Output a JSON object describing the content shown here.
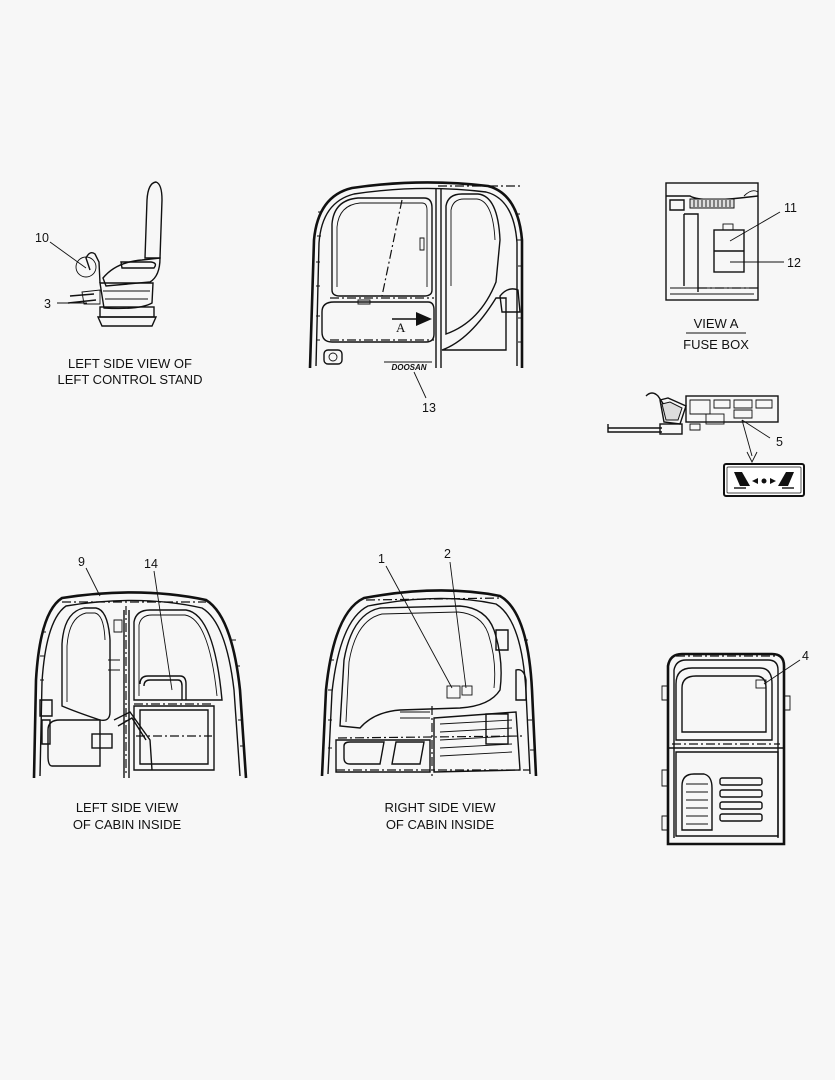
{
  "views": {
    "control_stand": {
      "line1": "LEFT SIDE VIEW OF",
      "line2": "LEFT CONTROL STAND"
    },
    "view_a": {
      "line1": "VIEW  A",
      "line2": "FUSE BOX"
    },
    "cabin_left": {
      "line1": "LEFT SIDE VIEW",
      "line2": "OF CABIN INSIDE"
    },
    "cabin_right": {
      "line1": "RIGHT SIDE VIEW",
      "line2": "OF CABIN INSIDE"
    }
  },
  "callouts": {
    "c1": "1",
    "c2": "2",
    "c3": "3",
    "c4": "4",
    "c5": "5",
    "c9": "9",
    "c10": "10",
    "c11": "11",
    "c12": "12",
    "c13": "13",
    "c14": "14"
  },
  "markers": {
    "view_arrow": "A",
    "brand": "DOOSAN"
  }
}
